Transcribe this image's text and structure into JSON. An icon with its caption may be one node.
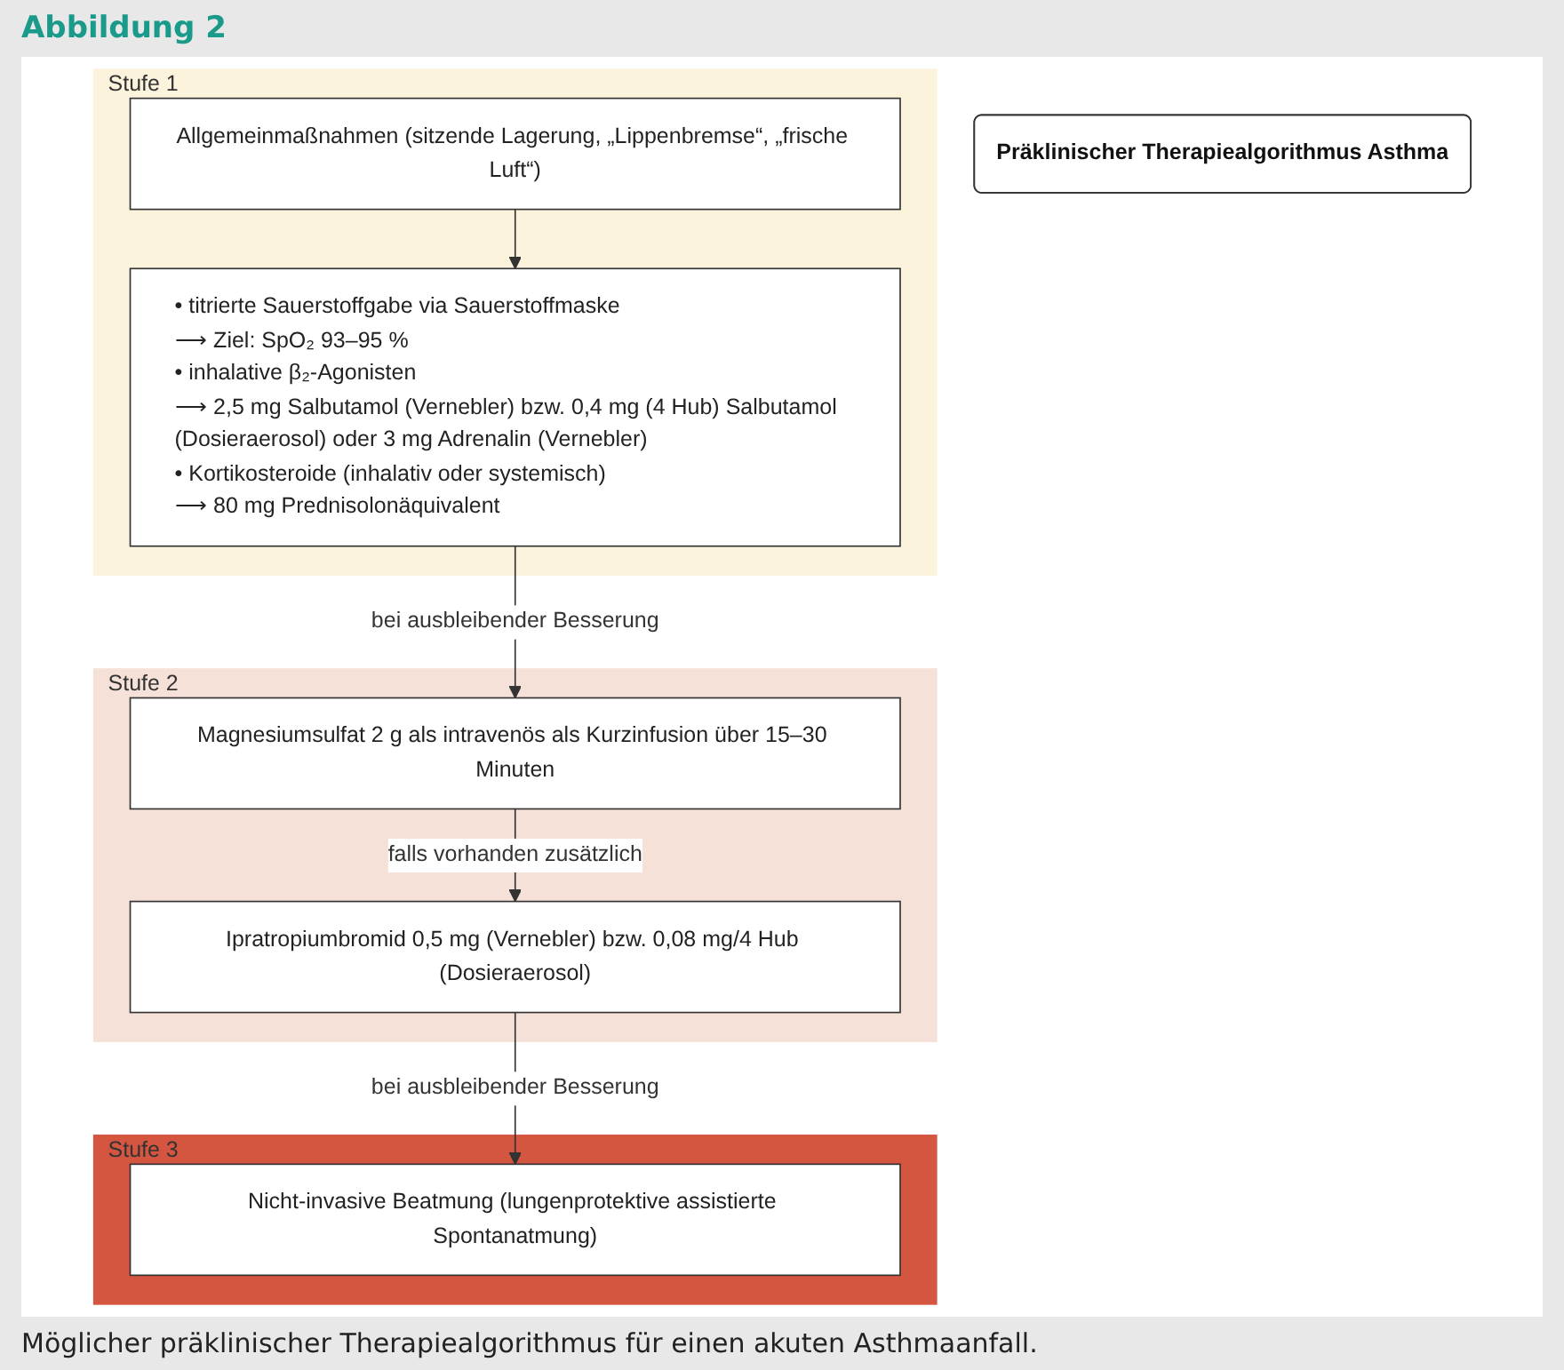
{
  "diagram": {
    "title": "Abbildung 2",
    "caption": "Möglicher präklinischer Therapiealgorithmus für einen akuten Asthmaanfall.",
    "nodes": [
      {
        "text": [
          "Präklinischer Therapiealgorithmus Asthma"
        ]
      },
      {
        "text": [
          "Stufe 1"
        ]
      },
      {
        "text": [
          "Allgemeinmaßnahmen (sitzende Lagerung, „Lippenbremse“, „frische Luft“)"
        ],
        "in": 1
      },
      {
        "text": [
          "• titrierte Sauerstoffgabe via Sauerstoffmaske",
          "⟶ Ziel: SpO₂ 93–95 %",
          "• inhalative β₂-Agonisten",
          "⟶ 2,5 mg Salbutamol (Vernebler) bzw. 0,4 mg (4 Hub) Salbutamol (Dosieraerosol) oder 3 mg Adrenalin (Vernebler)",
          "• Kortikosteroide (inhalativ oder systemisch)",
          "⟶ 80 mg Prednisolonäquivalent"
        ],
        "in": 1
      },
      {
        "text": [
          "Stufe 2"
        ]
      },
      {
        "text": [
          "Magnesiumsulfat 2 g als intravenös als Kurzinfusion über 15–30 Minuten"
        ],
        "in": 4
      },
      {
        "text": [
          "Ipratropiumbromid 0,5 mg (Vernebler) bzw. 0,08 mg/4 Hub (Dosieraerosol)"
        ],
        "in": 4
      },
      {
        "text": [
          "Stufe 3"
        ]
      },
      {
        "text": [
          "Nicht-invasive Beatmung (lungenprotektive assistierte Spontanatmung)"
        ],
        "in": 7
      }
    ],
    "edges": [
      {
        "from": 2,
        "to": 3,
        "arrow": "to"
      },
      {
        "from": 3,
        "to": 5,
        "arrow": "to",
        "label": "bei ausbleibender Besserung"
      },
      {
        "from": 5,
        "to": 6,
        "arrow": "to",
        "label": "falls vorhanden zusätzlich"
      },
      {
        "from": 6,
        "to": 8,
        "arrow": "to",
        "label": "bei ausbleibender Besserung"
      }
    ]
  }
}
